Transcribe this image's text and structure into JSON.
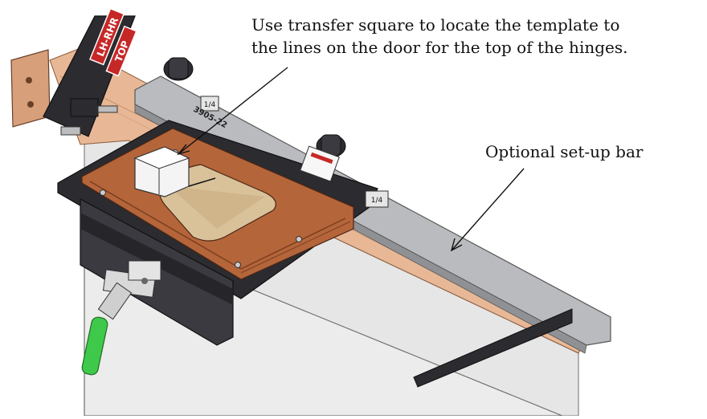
{
  "callouts": {
    "transfer_square_line1": "Use transfer square to locate the template to",
    "transfer_square_line2": "the lines on the door for the top of the hinges.",
    "setup_bar": "Optional set-up bar"
  },
  "labels": {
    "top_tag_handing": "LH-RHR",
    "top_tag_top": "TOP",
    "bar_mark": "1/4",
    "bar_mark_2": "1/4",
    "bar_engraving": "3905-22"
  },
  "colors": {
    "wood": "#b5653a",
    "door_edge": "#e8b896",
    "jig_black": "#2b2b30",
    "bar_gray": "#b9bbbe",
    "door_face": "#ececec",
    "clamp_handle": "#3fc94a"
  }
}
